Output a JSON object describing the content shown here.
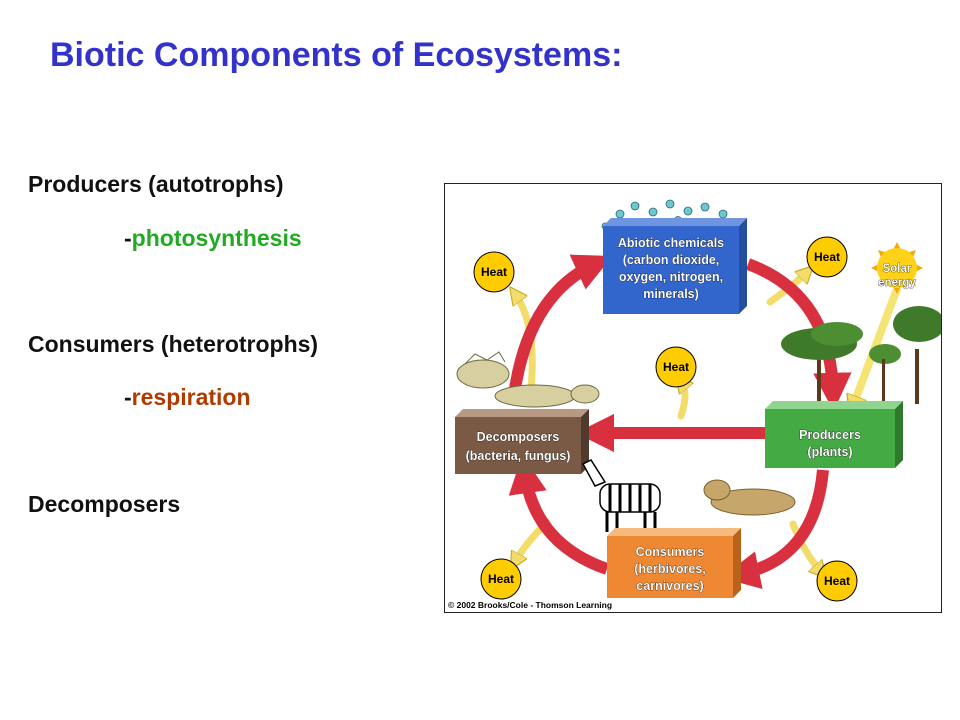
{
  "title": "Biotic Components of Ecosystems:",
  "bullets": {
    "producers": "Producers (autotrophs)",
    "photosynthesis_prefix": "-",
    "photosynthesis": "photosynthesis",
    "consumers": "Consumers (heterotrophs)",
    "respiration_prefix": "-",
    "respiration": "respiration",
    "decomposers": "Decomposers"
  },
  "diagram": {
    "abiotic": [
      "Abiotic chemicals",
      "(carbon dioxide,",
      "oxygen, nitrogen,",
      "minerals)"
    ],
    "producers": [
      "Producers",
      "(plants)"
    ],
    "consumers": [
      "Consumers",
      "(herbivores,",
      "carnivores)"
    ],
    "decomposers": [
      "Decomposers",
      "(bacteria, fungus)"
    ],
    "heat": "Heat",
    "solar": [
      "Solar",
      "energy"
    ],
    "copyright": "© 2002 Brooks/Cole - Thomson Learning"
  },
  "colors": {
    "title": "#3333cc",
    "photosynthesis": "#22aa22",
    "respiration": "#b03a00",
    "cycle_arrow": "#d9303f",
    "heat_circle": "#ffcc00",
    "abiotic_box": "#3366cc",
    "producers_box": "#44aa44",
    "consumers_box": "#ee8833",
    "decomposers_box": "#7a5a45"
  }
}
